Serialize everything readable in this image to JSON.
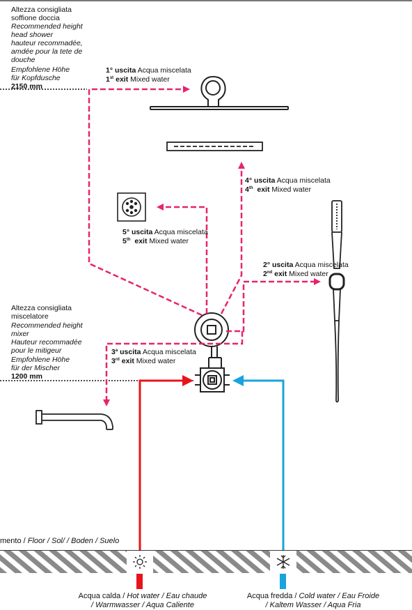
{
  "shower_height": {
    "it": "Altezza consigliata",
    "it2": "soffione doccia",
    "en": "Recommended height",
    "en2": "head shower",
    "fr": "hauteur recommadée,",
    "fr2": "amdée pour la tete de",
    "fr3": "douche",
    "de": "Empfohlene Höhe",
    "de2": "für Kopfdusche",
    "value": "2150 mm"
  },
  "mixer_height": {
    "it": "Altezza consigliata",
    "it2": "miscelatore",
    "en": "Recommended height",
    "en2": "mixer",
    "fr": "Hauteur recommadée",
    "fr2": "pour le mitigeur",
    "de": "Empfohlene Höhe",
    "de2": "für der Mischer",
    "value": "1200 mm"
  },
  "exits": [
    {
      "num": "1",
      "it_sup": "°",
      "en_sup": "st",
      "uscita": "uscita",
      "it_desc": "Acqua miscelata",
      "exit": "exit",
      "en_desc": "Mixed water"
    },
    {
      "num": "2",
      "it_sup": "°",
      "en_sup": "nd",
      "uscita": "uscita",
      "it_desc": "Acqua miscelata",
      "exit": "exit",
      "en_desc": "Mixed water"
    },
    {
      "num": "3",
      "it_sup": "a",
      "en_sup": "rd",
      "uscita": "uscita",
      "it_desc": "Acqua miscelata",
      "exit": "exit",
      "en_desc": "Mixed water"
    },
    {
      "num": "4",
      "it_sup": "°",
      "en_sup": "th",
      "uscita": "uscita",
      "it_desc": "Acqua miscelata",
      "exit": "exit",
      "en_desc": "Mixed water"
    },
    {
      "num": "5",
      "it_sup": "°",
      "en_sup": "th",
      "uscita": "uscita",
      "it_desc": "Acqua miscelata",
      "exit": "exit",
      "en_desc": "Mixed water"
    }
  ],
  "floor": {
    "prefix": "mento / ",
    "rest": "Floor / Sol/ / Boden / Suelo"
  },
  "hot": {
    "line1_a": "Acqua calda / ",
    "line1_b": "Hot water / Eau chaude",
    "line2": "/ Warmwasser / Aqua Caliente",
    "color": "#e8141c"
  },
  "cold": {
    "line1_a": "Acqua fredda / ",
    "line1_b": "Cold water / Eau Froide",
    "line2": "/ Kaltem Wasser / Aqua Fria",
    "color": "#1aa3dc"
  },
  "dash_color": "#e6246e",
  "icons": [
    "sun-icon",
    "snowflake-icon"
  ]
}
